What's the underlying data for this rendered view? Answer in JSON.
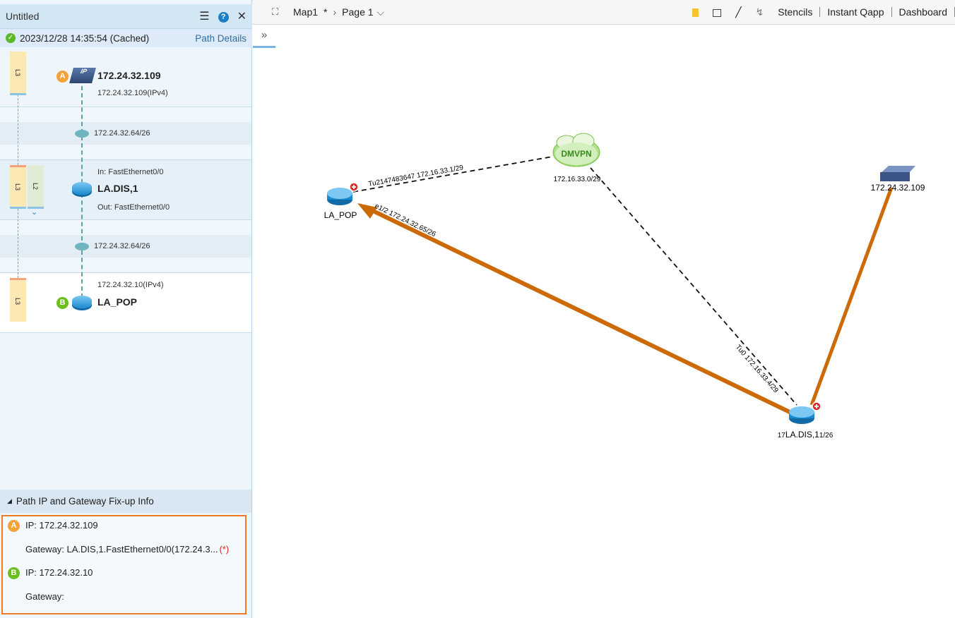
{
  "panel": {
    "title": "Untitled",
    "timestamp": "2023/12/28 14:35:54 (Cached)",
    "path_details": "Path Details",
    "nodes": [
      {
        "badge": "A",
        "name": "172.24.32.109",
        "ip": "172.24.32.109(IPv4)",
        "layer": "L3"
      },
      {
        "subnet": "172.24.32.64/26"
      },
      {
        "name": "LA.DIS,1",
        "in": "In: FastEthernet0/0",
        "out": "Out:  FastEthernet0/0",
        "layer": "L3",
        "layer2": "L2"
      },
      {
        "subnet": "172.24.32.64/26"
      },
      {
        "badge": "B",
        "name": "LA_POP",
        "ip": "172.24.32.10(IPv4)",
        "layer": "L3"
      }
    ],
    "section_title": "Path IP and Gateway Fix-up Info",
    "info": {
      "a_badge": "A",
      "a_ip": "IP: 172.24.32.109",
      "a_gw": "Gateway: LA.DIS,1.FastEthernet0/0(172.24.3...",
      "a_flag": "(*)",
      "b_badge": "B",
      "b_ip": "IP: 172.24.32.10",
      "b_gw": "Gateway:"
    }
  },
  "toolbar": {
    "map": "Map1",
    "modified": "*",
    "page": "Page 1",
    "stencils": "Stencils",
    "instant_qapp": "Instant Qapp",
    "dashboard": "Dashboard"
  },
  "map": {
    "la_pop": "LA_POP",
    "dmvpn": "DMVPN",
    "dmvpn_subnet": "172.16.33.0/29",
    "la_dis": "LA.DIS,1",
    "la_dis_prefix": "17",
    "la_dis_suffix": "1/26",
    "ip_host": "172.24.32.109",
    "link_tu": "Tu2147483647 172.16.33.1/29",
    "link_e": "e1/2 172.24.32.65/26",
    "link_tu0": "Tu0 172.16.33.4/29"
  },
  "colors": {
    "path": "#cc6a08",
    "accent": "#f07b27",
    "badge_a": "#f5a23a",
    "badge_b": "#6cbd1e"
  }
}
